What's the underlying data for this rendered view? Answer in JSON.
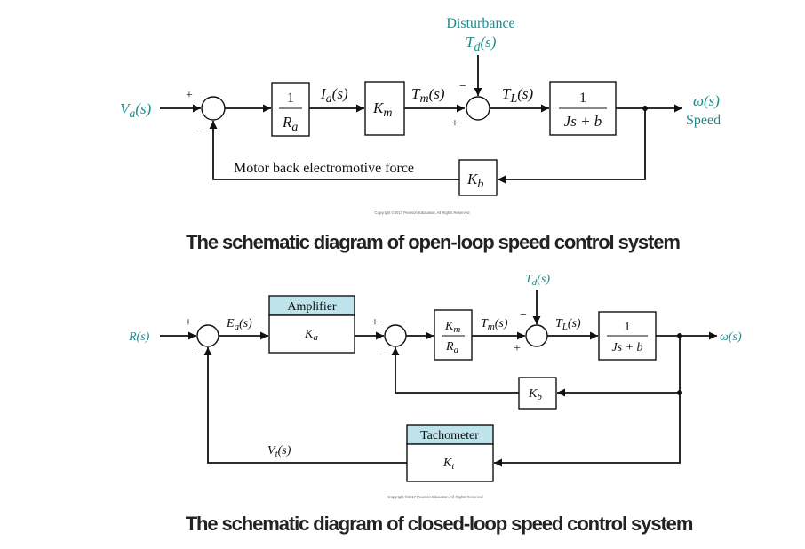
{
  "open_loop": {
    "input": "V",
    "input_sub": "a",
    "input_arg": "(s)",
    "disturbance_title": "Disturbance",
    "disturbance_sym": "T",
    "disturbance_sub": "d",
    "disturbance_arg": "(s)",
    "block1_num": "1",
    "block1_den": "R",
    "block1_den_sub": "a",
    "signal_ia": "I",
    "signal_ia_sub": "a",
    "signal_ia_arg": "(s)",
    "block2": "K",
    "block2_sub": "m",
    "signal_tm": "T",
    "signal_tm_sub": "m",
    "signal_tm_arg": "(s)",
    "signal_tl": "T",
    "signal_tl_sub": "L",
    "signal_tl_arg": "(s)",
    "plant_num": "1",
    "plant_den": "Js + b",
    "output": "ω(s)",
    "output_name": "Speed",
    "feedback_label": "Motor back electromotive force",
    "feedback_block": "K",
    "feedback_block_sub": "b",
    "sign_plus_1": "+",
    "sign_minus_1": "−",
    "sign_minus_2": "−",
    "sign_plus_2": "+",
    "copyright": "Copyright ©2017 Pearson Education, All Rights Reserved",
    "caption": "The schematic diagram of open-loop speed control system"
  },
  "closed_loop": {
    "input": "R(s)",
    "error": "E",
    "error_sub": "a",
    "error_arg": "(s)",
    "amp_header": "Amplifier",
    "amp_gain": "K",
    "amp_gain_sub": "a",
    "motor_num": "K",
    "motor_num_sub": "m",
    "motor_den": "R",
    "motor_den_sub": "a",
    "signal_tm": "T",
    "signal_tm_sub": "m",
    "signal_tm_arg": "(s)",
    "disturbance_sym": "T",
    "disturbance_sub": "d",
    "disturbance_arg": "(s)",
    "signal_tl": "T",
    "signal_tl_sub": "L",
    "signal_tl_arg": "(s)",
    "plant_num": "1",
    "plant_den": "Js + b",
    "output": "ω(s)",
    "inner_feedback": "K",
    "inner_feedback_sub": "b",
    "tach_header": "Tachometer",
    "tach_gain": "K",
    "tach_gain_sub": "t",
    "signal_vt": "V",
    "signal_vt_sub": "t",
    "signal_vt_arg": "(s)",
    "sign_plus_1": "+",
    "sign_minus_1": "−",
    "sign_plus_2": "+",
    "sign_minus_2": "−",
    "sign_minus_3": "−",
    "sign_plus_3": "+",
    "copyright": "Copyright ©2017 Pearson Education, All Rights Reserved",
    "caption": "The schematic diagram of closed-loop speed control system"
  }
}
